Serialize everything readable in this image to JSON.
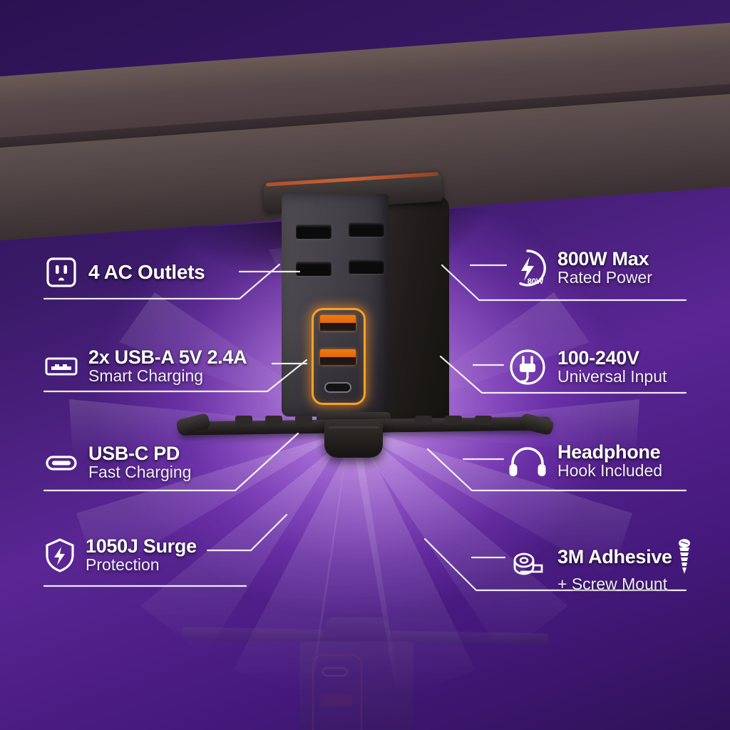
{
  "meta": {
    "kind": "product-infographic",
    "subject": "Under-desk power strip with clamp mount",
    "background_color": "#4a1f8c",
    "accent_color": "#f5a22a",
    "line_color": "#ffffff"
  },
  "product": {
    "ac_outlet_count": 4,
    "usb_a_count": 2,
    "usb_c_count": 1,
    "glow_ring_color": "#f5a22a",
    "body_color": "#45424a",
    "desk_color": "#56484a"
  },
  "features": {
    "left": [
      {
        "icon": "ac-outlet-icon",
        "title": "4 AC Outlets",
        "subtitle": ""
      },
      {
        "icon": "usb-a-icon",
        "title": "2x USB-A 5V 2.4A",
        "subtitle": "Smart Charging"
      },
      {
        "icon": "usb-c-icon",
        "title": "USB-C PD",
        "subtitle": "Fast Charging"
      },
      {
        "icon": "shield-bolt-icon",
        "title": "1050J Surge",
        "subtitle": "Protection"
      }
    ],
    "right": [
      {
        "icon": "power-bolt-circle-icon",
        "icon_badge": "80W",
        "title": "800W Max",
        "subtitle": "Rated Power"
      },
      {
        "icon": "plug-circle-icon",
        "title": "100-240V",
        "subtitle": "Universal Input"
      },
      {
        "icon": "headphones-icon",
        "title": "Headphone",
        "subtitle": "Hook Included"
      },
      {
        "icon": "adhesive-tape-icon",
        "icon_secondary": "screw-icon",
        "title": "3M Adhesive",
        "subtitle": "+ Screw Mount"
      }
    ]
  }
}
